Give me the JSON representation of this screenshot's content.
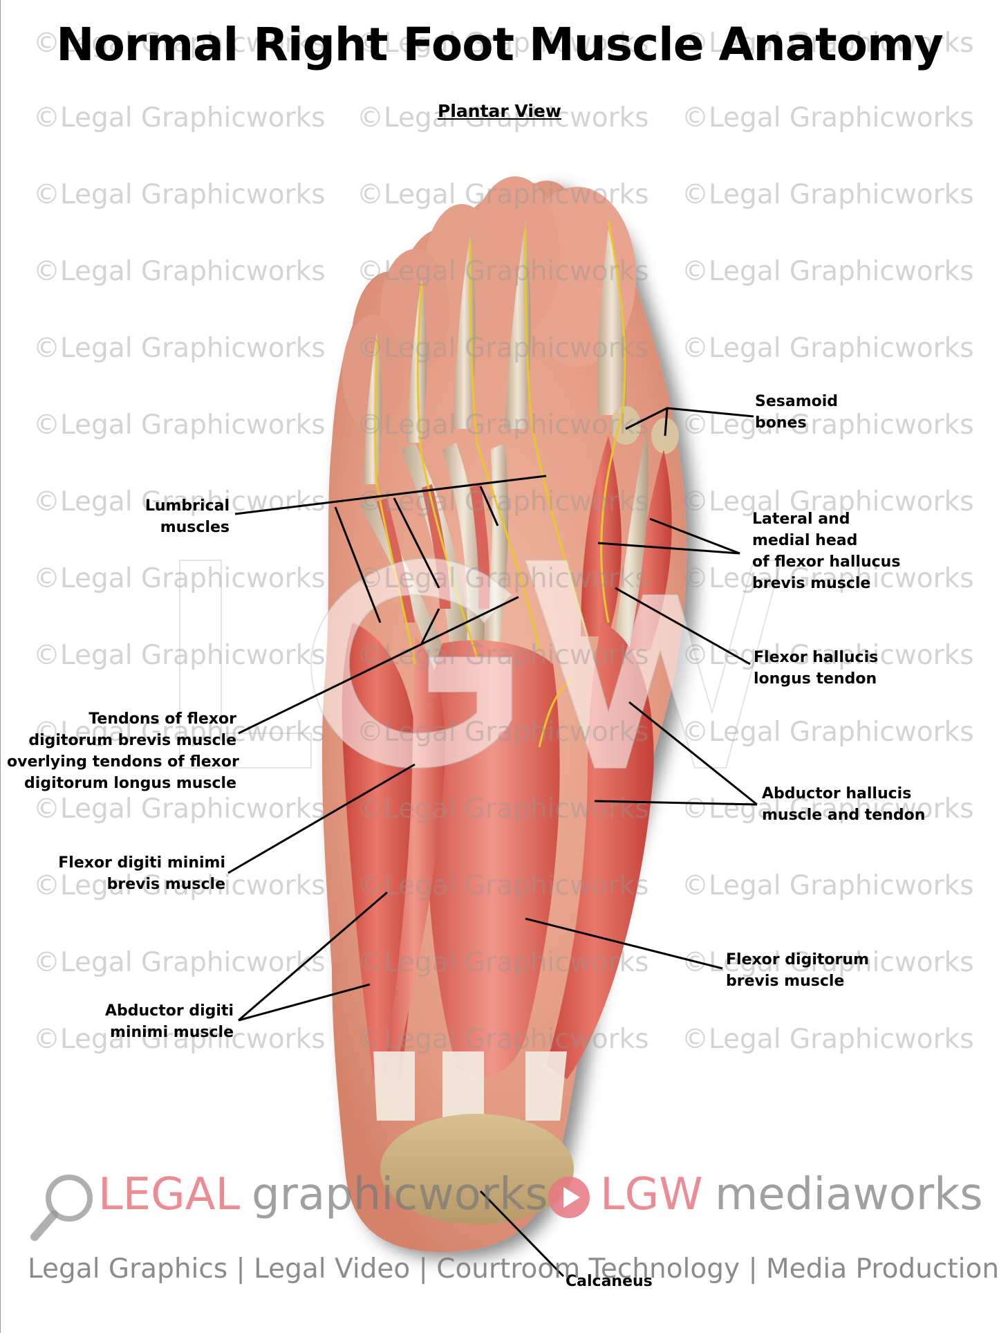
{
  "title": "Normal Right Foot Muscle Anatomy",
  "subtitle": "Plantar View",
  "watermark": {
    "text": "©Legal Graphicworks",
    "color": "#969696"
  },
  "labels": {
    "sesamoid": [
      "Sesamoid",
      "bones"
    ],
    "lumbrical": [
      "Lumbrical",
      "muscles"
    ],
    "flexor_hallucis_brevis": [
      "Lateral and",
      "medial head",
      "of flexor hallucus",
      "brevis muscle"
    ],
    "flexor_hallucis_longus": [
      "Flexor hallucis",
      "longus tendon"
    ],
    "tendons_fdb": [
      "Tendons of flexor",
      "digitorum brevis muscle",
      "overlying tendons of flexor",
      "digitorum longus muscle"
    ],
    "abductor_hallucis": [
      "Abductor hallucis",
      "muscle and tendon"
    ],
    "flexor_digiti_minimi": [
      "Flexor digiti minimi",
      "brevis muscle"
    ],
    "flexor_digitorum_brevis": [
      "Flexor digitorum",
      "brevis muscle"
    ],
    "abductor_digiti_minimi": [
      "Abductor digiti",
      "minimi muscle"
    ],
    "calcaneus": "Calcaneus"
  },
  "brand": {
    "legal": "LEGAL",
    "graphicworks": "graphicworks",
    "lgw": "LGW",
    "mediaworks": "mediaworks",
    "tagline": "Legal Graphics | Legal Video | Courtroom Technology | Media Production",
    "accent_color": "#e87882",
    "gray_color": "#787878"
  },
  "colors": {
    "skin": "#e8a08a",
    "muscle": "#d9554a",
    "tendon": "#e8dcc8",
    "nerve": "#e8c830",
    "bone": "#cdb48a"
  }
}
